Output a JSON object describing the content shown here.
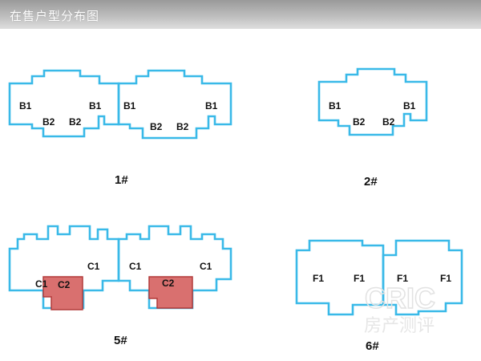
{
  "header": {
    "title": "在售户型分布图"
  },
  "colors": {
    "outline": "#39b9e8",
    "highlight_fill": "#d9706f",
    "highlight_stroke": "#b23a3a"
  },
  "buildings": [
    {
      "id": "1",
      "label": "1#",
      "units": [
        "B1",
        "B2",
        "B2",
        "B1",
        "B1",
        "B2",
        "B2",
        "B1"
      ]
    },
    {
      "id": "2",
      "label": "2#",
      "units": [
        "B1",
        "B2",
        "B2",
        "B1"
      ]
    },
    {
      "id": "5",
      "label": "5#",
      "units": [
        "C1",
        "C2",
        "C1",
        "C1",
        "C2",
        "C1"
      ],
      "highlighted_units": [
        "C2"
      ]
    },
    {
      "id": "6",
      "label": "6#",
      "units": [
        "F1",
        "F1",
        "F1",
        "F1"
      ]
    }
  ],
  "watermark": {
    "text": "CRIC",
    "subtext": "房产测评"
  }
}
